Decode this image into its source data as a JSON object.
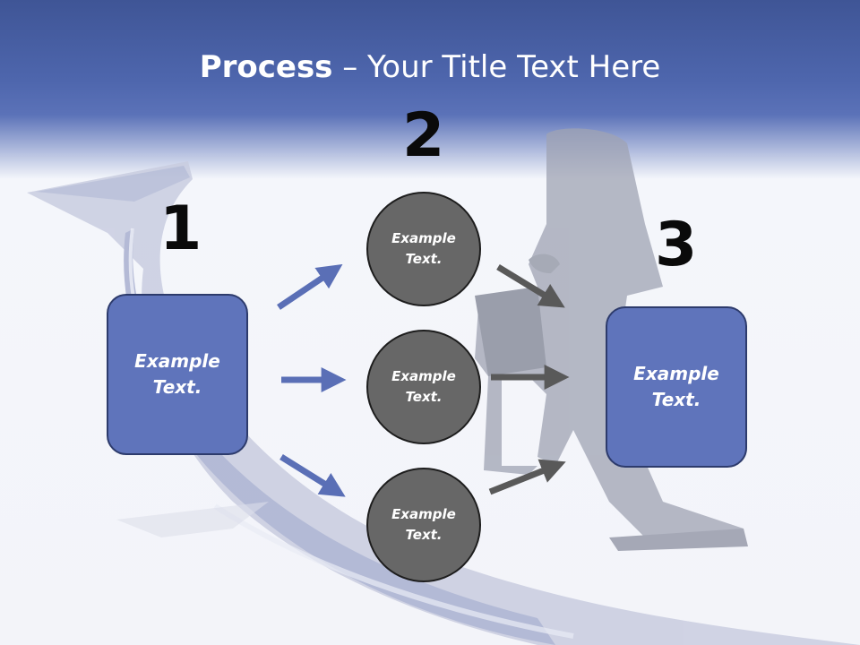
{
  "title": {
    "bold": "Process",
    "rest": " – Your Title Text Here"
  },
  "steps": [
    {
      "number": "1"
    },
    {
      "number": "2"
    },
    {
      "number": "3"
    }
  ],
  "start_box": {
    "text": "Example Text."
  },
  "circles": [
    {
      "text": "Example Text."
    },
    {
      "text": "Example Text."
    },
    {
      "text": "Example Text."
    }
  ],
  "end_box": {
    "text": "Example Text."
  },
  "colors": {
    "banner": "#4e66ad",
    "box_fill": "#5f74bb",
    "circle_fill": "#676767",
    "arrow_blue": "#5a6fb6",
    "arrow_gray": "#595959"
  }
}
